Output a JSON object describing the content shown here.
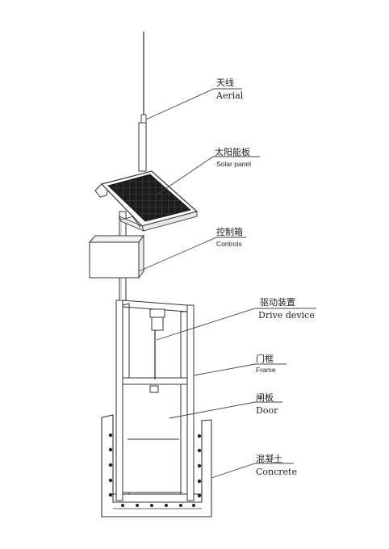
{
  "labels": {
    "aerial": {
      "zh": "天线",
      "en": "Aerial"
    },
    "solar": {
      "zh": "太阳能板",
      "en": "Solar panel"
    },
    "controls": {
      "zh": "控制箱",
      "en": "Controls"
    },
    "drive": {
      "zh": "驱动装置",
      "en": "Drive device"
    },
    "frame": {
      "zh": "门框",
      "en": "Frame"
    },
    "door": {
      "zh": "闸板",
      "en": "Door"
    },
    "concrete": {
      "zh": "混凝土",
      "en": "Concrete"
    }
  }
}
